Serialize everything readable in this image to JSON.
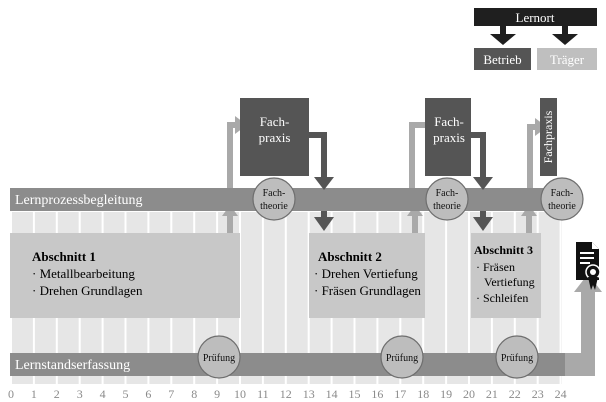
{
  "legend": {
    "title": "Lernort",
    "betrieb": "Betrieb",
    "traeger": "Träger"
  },
  "bars": {
    "lernprozess": "Lernprozessbegleitung",
    "lernstand": "Lernstandserfassung"
  },
  "abschnitte": [
    {
      "title": "Abschnitt 1",
      "lines": [
        "· Metallbearbeitung",
        "· Drehen Grundlagen"
      ]
    },
    {
      "title": "Abschnitt 2",
      "lines": [
        "· Drehen Vertiefung",
        "· Fräsen Grundlagen"
      ]
    },
    {
      "title": "Abschnitt 3",
      "lines": [
        "· Fräsen",
        "Vertiefung",
        "· Schleifen"
      ]
    }
  ],
  "fachpraxis": [
    {
      "lines": [
        "Fach-",
        "praxis"
      ]
    },
    {
      "lines": [
        "Fach-",
        "praxis"
      ]
    },
    {
      "lines": [
        "Fachpraxis"
      ]
    }
  ],
  "fachtheorie": [
    {
      "lines": [
        "Fach-",
        "theorie"
      ]
    },
    {
      "lines": [
        "Fach-",
        "theorie"
      ]
    },
    {
      "lines": [
        "Fach-",
        "theorie"
      ]
    }
  ],
  "pruefung": [
    "Prüfung",
    "Prüfung",
    "Prüfung"
  ],
  "axis": {
    "ticks": [
      "0",
      "1",
      "2",
      "3",
      "4",
      "5",
      "6",
      "7",
      "8",
      "9",
      "10",
      "11",
      "12",
      "13",
      "14",
      "15",
      "16",
      "17",
      "18",
      "19",
      "20",
      "21",
      "22",
      "23",
      "24"
    ]
  },
  "icon": "certificate-icon",
  "colors": {
    "betrieb": "#555555",
    "traeger": "#bfbfbf",
    "legend_header": "#1f1f1f",
    "bar": "#8c8c8c",
    "box": "#c8c8c8",
    "circle": "#bdbdbd"
  }
}
